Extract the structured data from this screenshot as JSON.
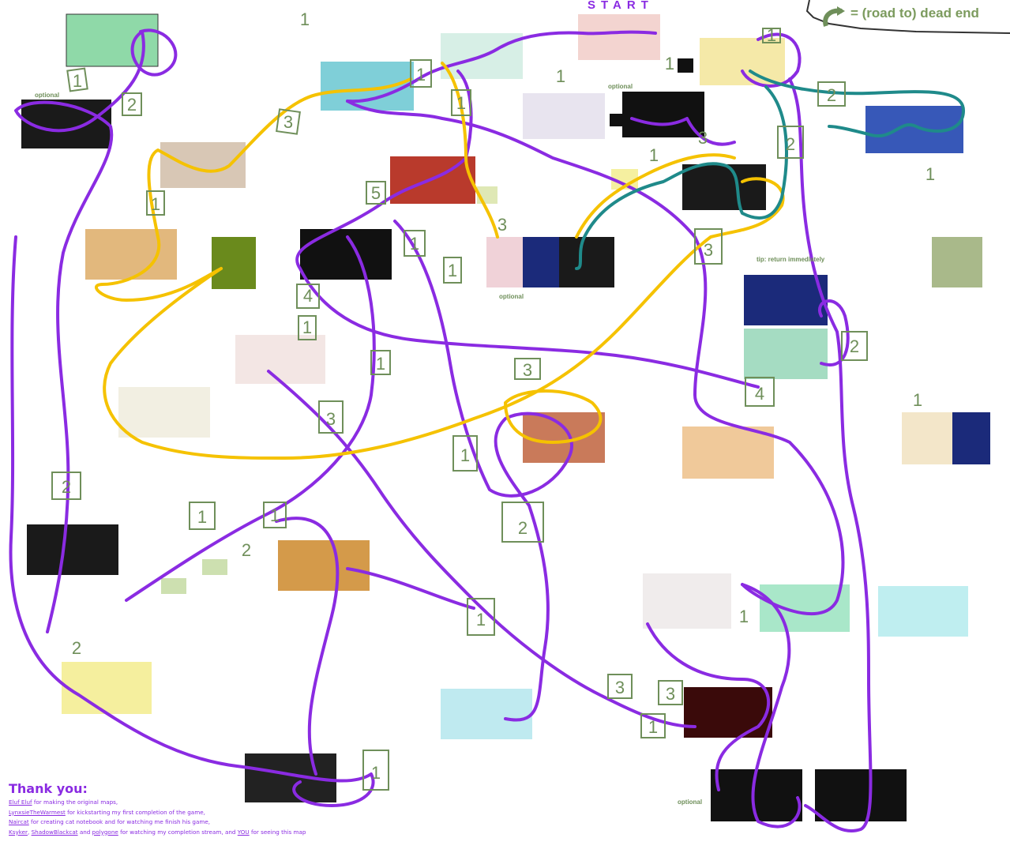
{
  "start_label": "START",
  "legend": {
    "icon": "dead-end-arrow-icon",
    "text": "= (road to) dead end"
  },
  "optional_label": "optional",
  "tip_text": "tip: return immediately",
  "route_numbers": [
    "1",
    "2",
    "3",
    "4",
    "5"
  ],
  "route_colors": {
    "purple": "#8a2be2",
    "yellow": "#f5c200",
    "teal": "#1f8a8a",
    "green": "#6f8f5a"
  },
  "credits": {
    "title": "Thank you:",
    "lines": [
      {
        "link": "Eluf Eluf",
        "rest": " for making the original maps,"
      },
      {
        "link": "LynxsieTheWarmest",
        "rest": " for kickstarting my first completion of the game,"
      },
      {
        "link": "Naircat",
        "rest": " for creating cat notebook and for watching me finish his game,"
      },
      {
        "link": "Ksyker",
        "rest": ", "
      },
      {
        "link": "ShadowBlackcat",
        "rest": " and "
      },
      {
        "link": "polygone",
        "rest": " for watching my completion stream, and "
      },
      {
        "link": "YOU",
        "rest": " for seeing this map"
      }
    ]
  }
}
